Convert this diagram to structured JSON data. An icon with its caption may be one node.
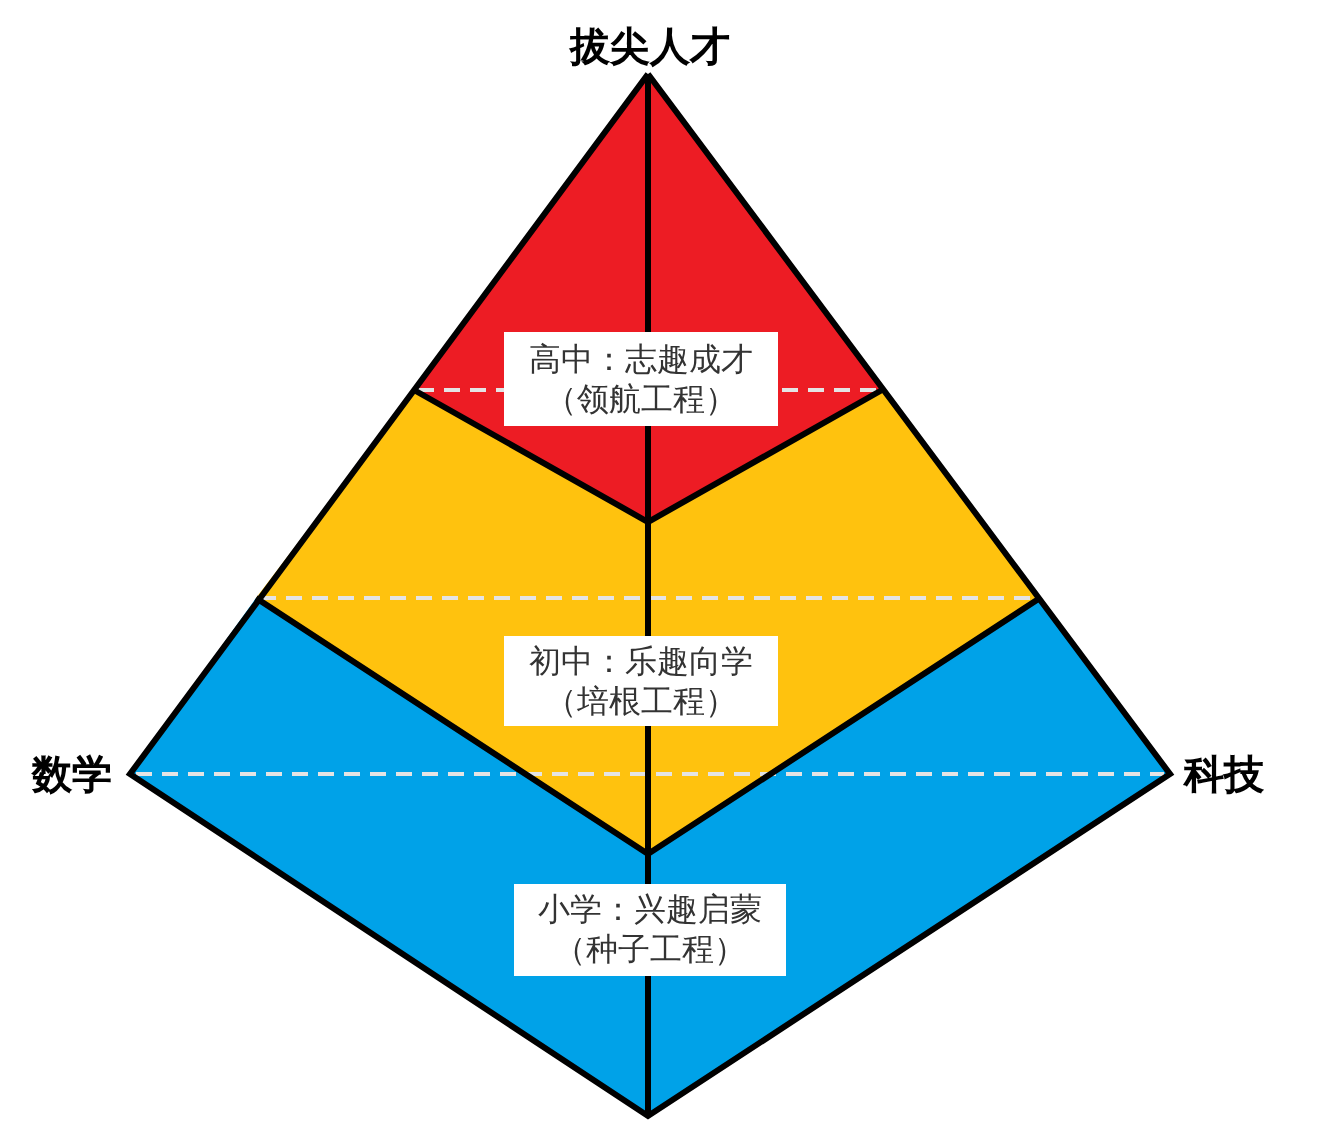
{
  "diagram": {
    "nodes": [
      {
        "text": [
          "高中：志趣成才",
          "（领航工程）"
        ]
      },
      {
        "text": [
          "初中：乐趣向学",
          "（培根工程）"
        ]
      },
      {
        "text": [
          "小学：兴趣启蒙",
          "（种子工程）"
        ]
      }
    ],
    "labels": [
      "拔尖人才",
      "数学",
      "科技"
    ]
  }
}
